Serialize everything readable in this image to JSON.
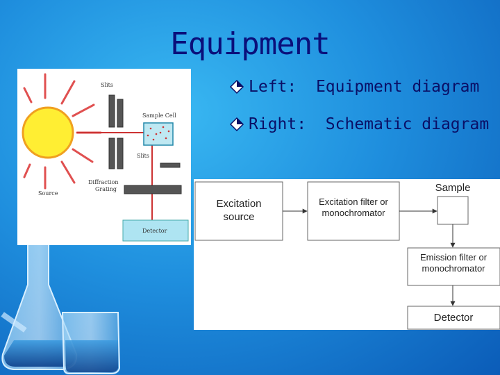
{
  "slide": {
    "title": "Equipment",
    "bullets": [
      {
        "label": "Left:",
        "text": "Equipment diagram"
      },
      {
        "label": "Right:",
        "text": "Schematic diagram"
      }
    ]
  },
  "equipment_diagram": {
    "labels": {
      "slits_top": "Slits",
      "sample_cell": "Sample Cell",
      "slits_mid": "Slits",
      "diffraction_line1": "Diffraction",
      "diffraction_line2": "Grating",
      "source": "Source",
      "detector": "Detector"
    },
    "colors": {
      "sun": "#ffee33",
      "rays": "#e05050",
      "slit": "#555555",
      "beam": "#cc3333",
      "cell": "#bfe8f2",
      "detector": "#aee4f2"
    }
  },
  "schematic": {
    "boxes": {
      "excitation_source": [
        "Excitation",
        "source"
      ],
      "excitation_filter": [
        "Excitation filter or",
        "monochromator"
      ],
      "sample": "Sample",
      "emission_filter": [
        "Emission filter or",
        "monochromator"
      ],
      "detector": "Detector"
    }
  },
  "icons": {
    "bullet": "diamond-bullet-icon",
    "flask": "flask-illustration"
  }
}
